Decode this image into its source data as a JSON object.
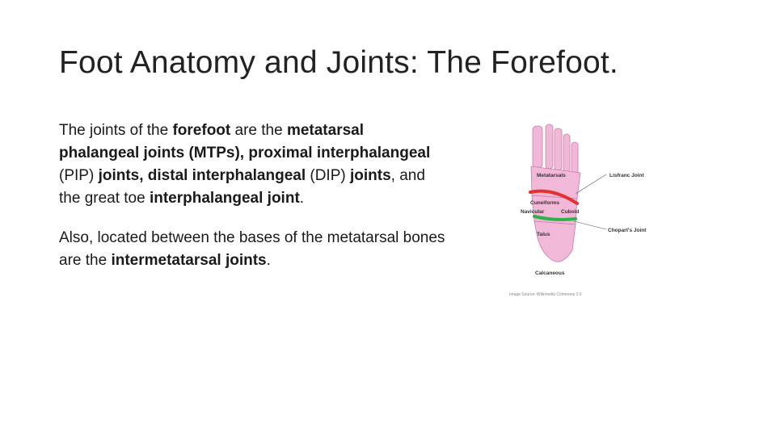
{
  "slide": {
    "title": "Foot Anatomy and Joints: The Forefoot."
  },
  "body": {
    "para1": {
      "t1": "The joints of the ",
      "b1": "forefoot",
      "t2": " are the ",
      "b2": "metatarsal phalangeal joints (MTPs), proximal interphalangeal",
      "t3": " (PIP) ",
      "b3": "joints, distal interphalangeal",
      "t4": " (DIP) ",
      "b4": "joints",
      "t5": ", and the great toe ",
      "b5": "interphalangeal joint",
      "t6": "."
    },
    "para2": {
      "t1": "Also, located between the bases of the metatarsal bones are the ",
      "b1": "intermetatarsal joints",
      "t2": "."
    }
  },
  "figure": {
    "labels": {
      "metatarsals": "Metatarsals",
      "cuneiforms": "Cuneiforms",
      "navicular": "Navicular",
      "cuboid": "Cuboid",
      "talus": "Talus",
      "calcaneous": "Calcaneous",
      "lisfranc_joint": "Lisfranc Joint",
      "choparts_joint": "Chopart's Joint"
    },
    "credit": "Image Source: Wikimedia Commons 3.0",
    "colors": {
      "bone": "#f2b8d8",
      "bone_outline": "#c77fa8",
      "lisfranc_line": "#e53030",
      "chopart_line": "#2db34a",
      "leader_line": "#555555"
    }
  }
}
